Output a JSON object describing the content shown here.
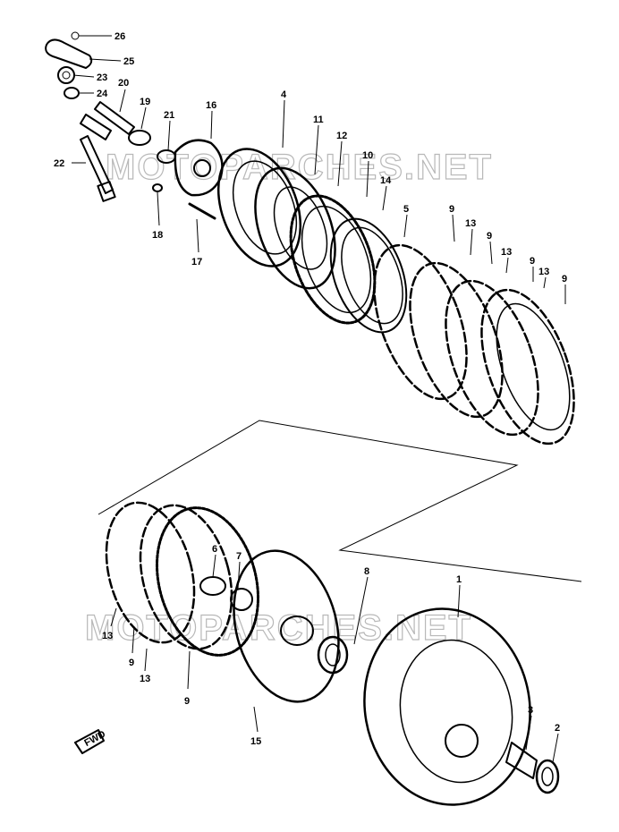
{
  "watermarks": [
    "MOTOPARCHES.NET",
    "MOTOPARCHES.NET"
  ],
  "fwd_label": "FWD",
  "callouts": [
    {
      "text": "26"
    },
    {
      "text": "25"
    },
    {
      "text": "23"
    },
    {
      "text": "24"
    },
    {
      "text": "20"
    },
    {
      "text": "19"
    },
    {
      "text": "21"
    },
    {
      "text": "16"
    },
    {
      "text": "4"
    },
    {
      "text": "11"
    },
    {
      "text": "12"
    },
    {
      "text": "10"
    },
    {
      "text": "14"
    },
    {
      "text": "5"
    },
    {
      "text": "9"
    },
    {
      "text": "13"
    },
    {
      "text": "9"
    },
    {
      "text": "13"
    },
    {
      "text": "9"
    },
    {
      "text": "13"
    },
    {
      "text": "9"
    },
    {
      "text": "22"
    },
    {
      "text": "18"
    },
    {
      "text": "17"
    },
    {
      "text": "6"
    },
    {
      "text": "7"
    },
    {
      "text": "8"
    },
    {
      "text": "1"
    },
    {
      "text": "13"
    },
    {
      "text": "9"
    },
    {
      "text": "13"
    },
    {
      "text": "9"
    },
    {
      "text": "15"
    },
    {
      "text": "3"
    },
    {
      "text": "2"
    }
  ]
}
